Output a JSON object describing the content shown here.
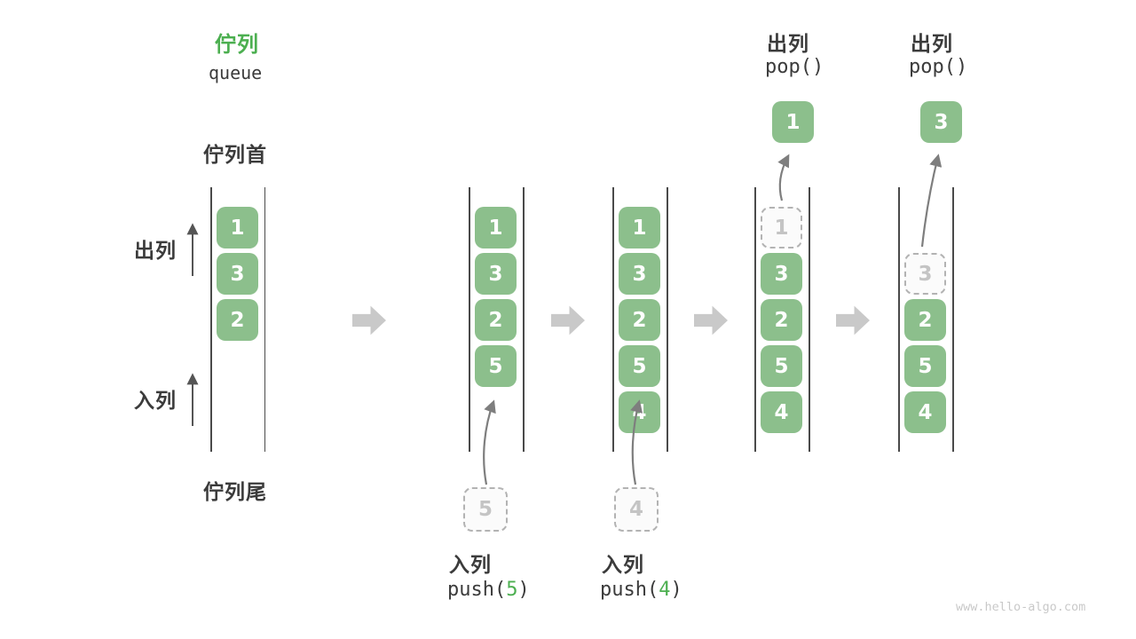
{
  "title": {
    "zh": "佇列",
    "en": "queue"
  },
  "side_labels": {
    "front": "佇列首",
    "rear": "佇列尾",
    "dequeue": "出列",
    "enqueue": "入列"
  },
  "colors": {
    "cell_green": "#8CBF8C",
    "accent_green": "#4CAF50",
    "text_dark": "#3B3B3B",
    "ghost_border": "#B3B3B3",
    "ghost_text": "#C4C4C4",
    "line_dark": "#4A4A4A",
    "arrow_gray": "#7E7E7E",
    "block_arrow_gray": "#C9C9C9",
    "watermark_gray": "#C9C9C9"
  },
  "states": [
    {
      "cells": [
        "1",
        "3",
        "2"
      ]
    },
    {
      "cells": [
        "1",
        "3",
        "2",
        "5"
      ],
      "staged": "5",
      "action_zh": "入列",
      "fn_pre": "push(",
      "fn_arg": "5",
      "fn_post": ")"
    },
    {
      "cells": [
        "1",
        "3",
        "2",
        "5",
        "4"
      ],
      "staged": "4",
      "action_zh": "入列",
      "fn_pre": "push(",
      "fn_arg": "4",
      "fn_post": ")"
    },
    {
      "ghost": "1",
      "cells": [
        "3",
        "2",
        "5",
        "4"
      ],
      "popped": "1",
      "action_zh": "出列",
      "fn": "pop()"
    },
    {
      "ghost": "3",
      "cells": [
        "2",
        "5",
        "4"
      ],
      "popped": "3",
      "action_zh": "出列",
      "fn": "pop()"
    }
  ],
  "watermark": "www.hello-algo.com"
}
